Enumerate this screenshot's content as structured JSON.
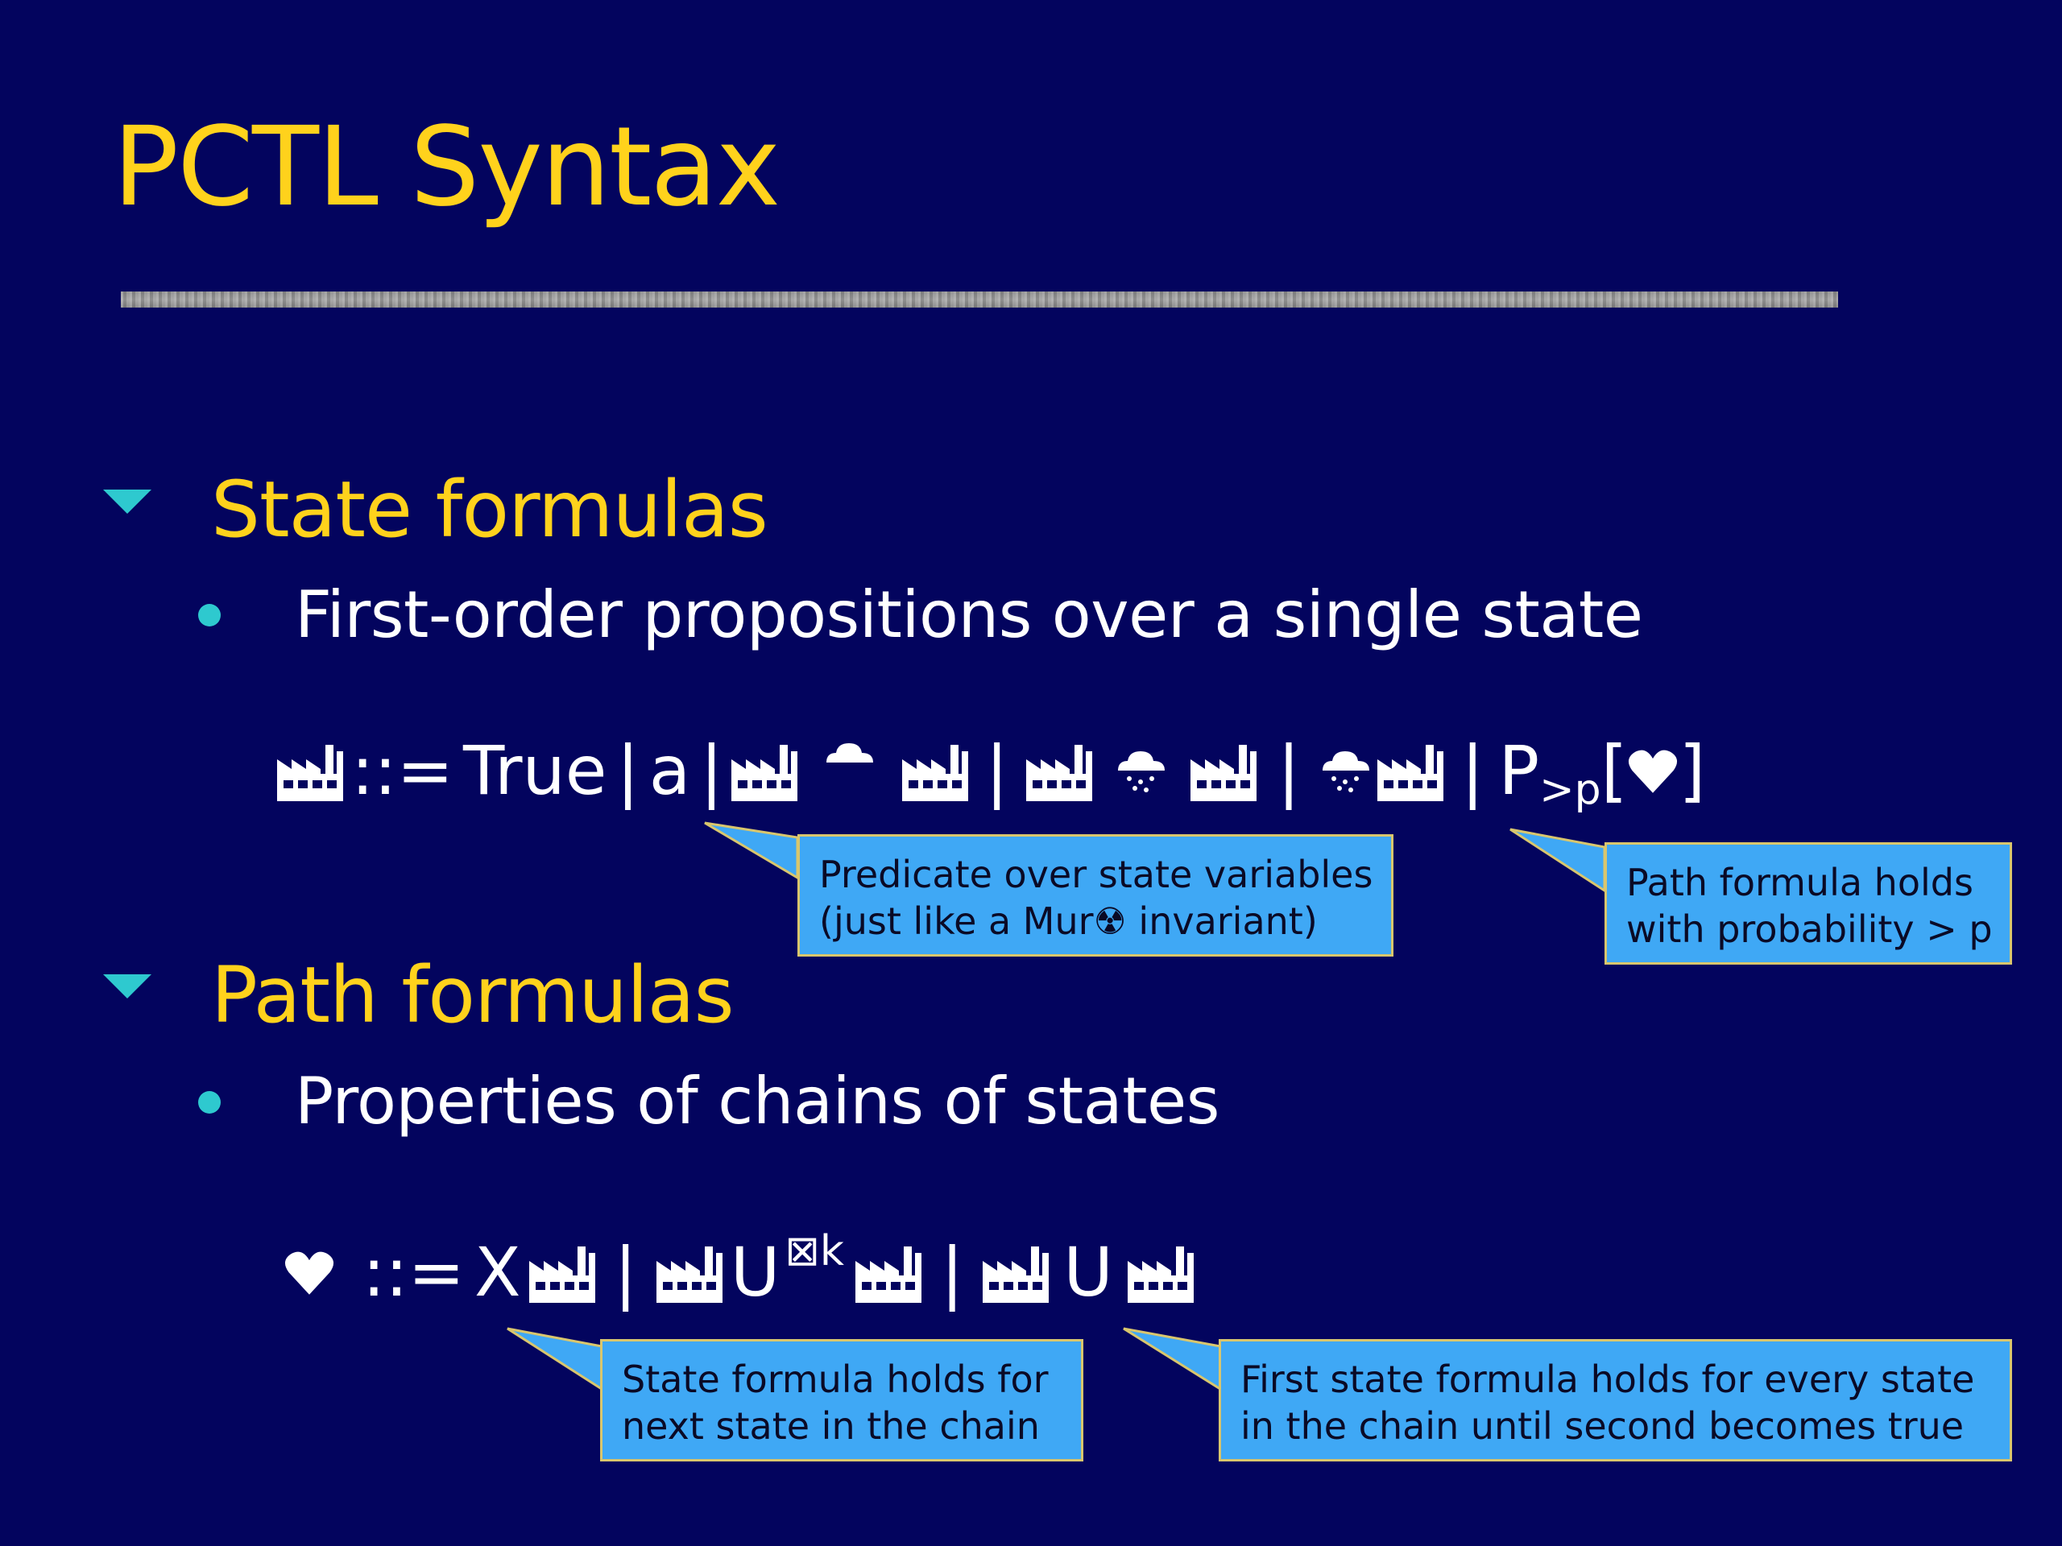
{
  "slide": {
    "title": "PCTL Syntax",
    "sections": [
      {
        "heading": "State formulas",
        "bullet": "First-order propositions over a single state",
        "formula": {
          "def_op": "::=",
          "true_kw": "True",
          "sep": "|",
          "atom": "a",
          "prob_op": "P",
          "prob_sub": ">p",
          "lbr": "[",
          "rbr": "]"
        },
        "callouts": [
          {
            "lines": [
              "Predicate over state variables",
              "(just like a Mur☢ invariant)"
            ]
          },
          {
            "lines": [
              "Path formula holds",
              "with probability > p"
            ]
          }
        ]
      },
      {
        "heading": "Path formulas",
        "bullet": "Properties of chains of states",
        "formula": {
          "def_op": "::=",
          "next_op": "X",
          "sep": "|",
          "until_op": "U",
          "bound_sup": "⊠k"
        },
        "callouts": [
          {
            "lines": [
              "State formula holds for",
              "next state in the chain"
            ]
          },
          {
            "lines": [
              "First state formula holds for every state",
              "in the chain until second becomes true"
            ]
          }
        ]
      }
    ]
  },
  "icons": {
    "state_formula": "factory-icon",
    "path_formula": "heart-icon",
    "and_op": "cloud-icon",
    "or_op": "cloud-snow-icon",
    "not_op": "cloud-snow-icon"
  },
  "colors": {
    "background": "#03045e",
    "title": "#ffd21c",
    "heading": "#ffd21c",
    "body_text": "#ffffff",
    "bullet_marker": "#2ec9cf",
    "callout_fill": "#3fa8f5",
    "callout_border": "#d9c66d"
  }
}
